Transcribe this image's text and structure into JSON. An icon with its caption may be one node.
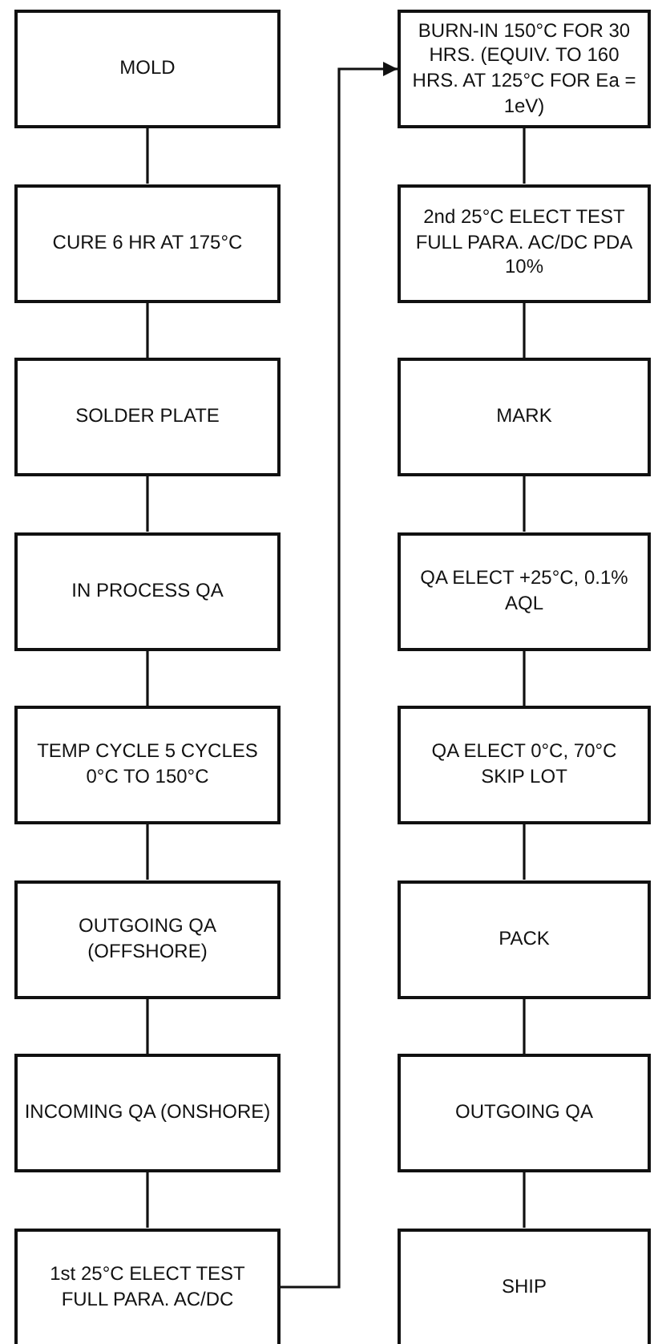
{
  "diagram": {
    "nodes": [
      {
        "text": [
          "MOLD"
        ]
      },
      {
        "text": [
          "CURE 6 HR AT 175°C"
        ]
      },
      {
        "text": [
          "SOLDER PLATE"
        ]
      },
      {
        "text": [
          "IN PROCESS QA"
        ]
      },
      {
        "text": [
          "TEMP CYCLE 5 CYCLES 0°C TO 150°C"
        ]
      },
      {
        "text": [
          "OUTGOING QA (OFFSHORE)"
        ]
      },
      {
        "text": [
          "INCOMING QA (ONSHORE)"
        ]
      },
      {
        "text": [
          "1st 25°C ELECT TEST FULL PARA. AC/DC"
        ]
      },
      {
        "text": [
          "BURN-IN 150°C FOR 30 HRS. (EQUIV. TO 160 HRS. AT 125°C FOR Ea = 1eV)"
        ]
      },
      {
        "text": [
          "2nd 25°C ELECT TEST FULL PARA. AC/DC PDA 10%"
        ]
      },
      {
        "text": [
          "MARK"
        ]
      },
      {
        "text": [
          "QA ELECT +25°C, 0.1% AQL"
        ]
      },
      {
        "text": [
          "QA ELECT 0°C, 70°C SKIP LOT"
        ]
      },
      {
        "text": [
          "PACK"
        ]
      },
      {
        "text": [
          "OUTGOING QA"
        ]
      },
      {
        "text": [
          "SHIP"
        ]
      }
    ],
    "edges": [
      {
        "from": 0,
        "to": 1,
        "arrow": "none"
      },
      {
        "from": 1,
        "to": 2,
        "arrow": "none"
      },
      {
        "from": 2,
        "to": 3,
        "arrow": "none"
      },
      {
        "from": 3,
        "to": 4,
        "arrow": "none"
      },
      {
        "from": 4,
        "to": 5,
        "arrow": "none"
      },
      {
        "from": 5,
        "to": 6,
        "arrow": "none"
      },
      {
        "from": 6,
        "to": 7,
        "arrow": "none"
      },
      {
        "from": 7,
        "to": 8,
        "arrow": "to"
      },
      {
        "from": 8,
        "to": 9,
        "arrow": "none"
      },
      {
        "from": 9,
        "to": 10,
        "arrow": "none"
      },
      {
        "from": 10,
        "to": 11,
        "arrow": "none"
      },
      {
        "from": 11,
        "to": 12,
        "arrow": "none"
      },
      {
        "from": 12,
        "to": 13,
        "arrow": "none"
      },
      {
        "from": 13,
        "to": 14,
        "arrow": "none"
      },
      {
        "from": 14,
        "to": 15,
        "arrow": "none"
      }
    ]
  }
}
